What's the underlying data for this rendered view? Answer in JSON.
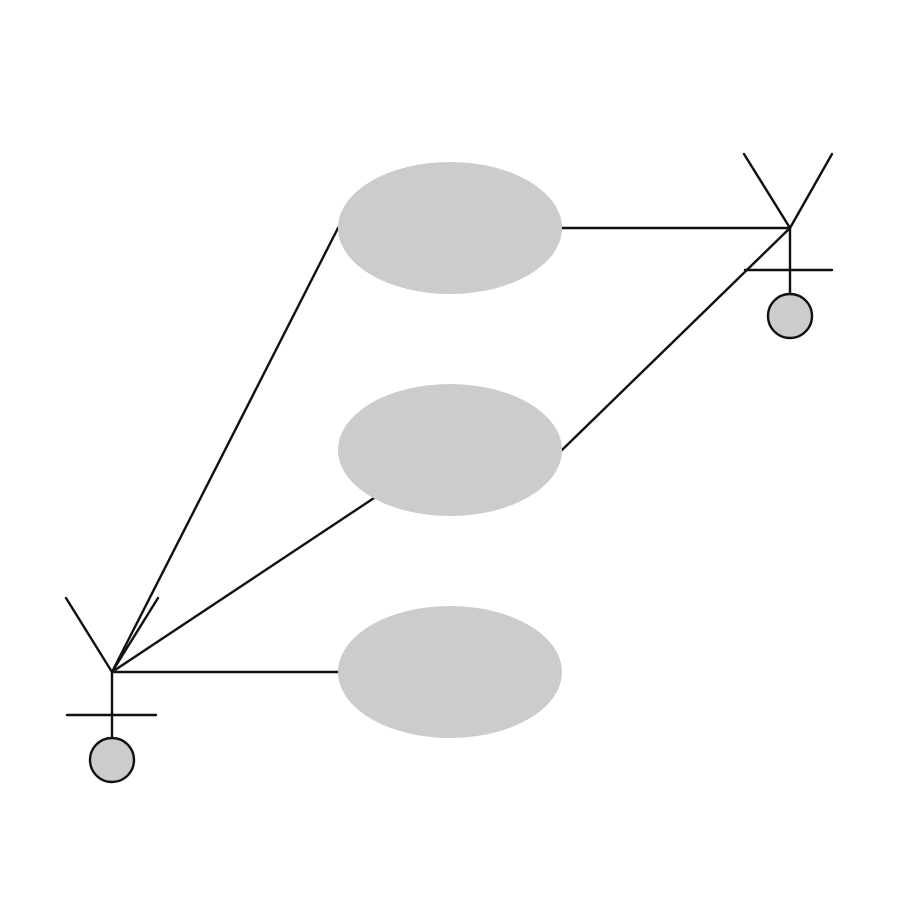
{
  "diagram": {
    "type": "use-case-diagram",
    "actors": [
      {
        "id": "actor-top-right",
        "label": ""
      },
      {
        "id": "actor-bottom-left",
        "label": ""
      }
    ],
    "use_cases": [
      {
        "id": "use-case-top",
        "label": ""
      },
      {
        "id": "use-case-middle",
        "label": ""
      },
      {
        "id": "use-case-bottom",
        "label": ""
      }
    ],
    "associations": [
      {
        "from": "use-case-top",
        "to": "actor-top-right"
      },
      {
        "from": "use-case-middle",
        "to": "actor-top-right"
      },
      {
        "from": "use-case-top",
        "to": "actor-bottom-left"
      },
      {
        "from": "use-case-middle",
        "to": "actor-bottom-left"
      },
      {
        "from": "use-case-bottom",
        "to": "actor-bottom-left"
      }
    ],
    "colors": {
      "shape_fill": "#cccccc",
      "stroke": "#111111",
      "background": "#ffffff"
    }
  }
}
